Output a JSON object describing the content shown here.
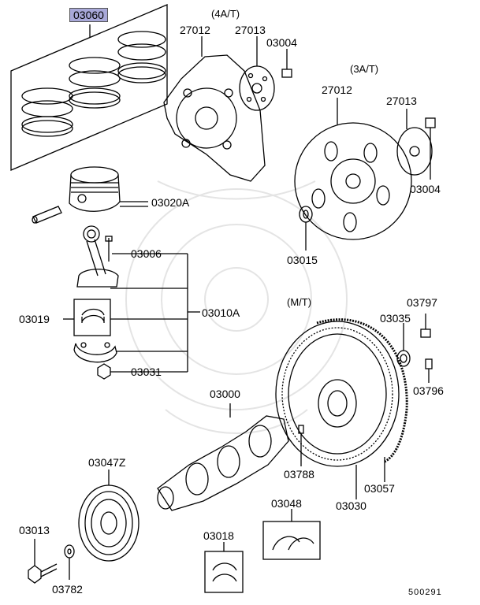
{
  "diagram": {
    "footer_code": "500291",
    "section_labels": {
      "at4": "(4A/T)",
      "at3": "(3A/T)",
      "mt": "(M/T)"
    },
    "parts": {
      "p03060": "03060",
      "p27012_4at": "27012",
      "p27013_4at": "27013",
      "p03004_4at": "03004",
      "p27012_3at": "27012",
      "p27013_3at": "27013",
      "p03004_3at": "03004",
      "p03020A": "03020A",
      "p03015": "03015",
      "p03006": "03006",
      "p03010A": "03010A",
      "p03019": "03019",
      "p03031": "03031",
      "p03797": "03797",
      "p03035": "03035",
      "p03796": "03796",
      "p03000": "03000",
      "p03788": "03788",
      "p03057": "03057",
      "p03030": "03030",
      "p03047Z": "03047Z",
      "p03048": "03048",
      "p03013": "03013",
      "p03018": "03018",
      "p03782": "03782"
    }
  }
}
